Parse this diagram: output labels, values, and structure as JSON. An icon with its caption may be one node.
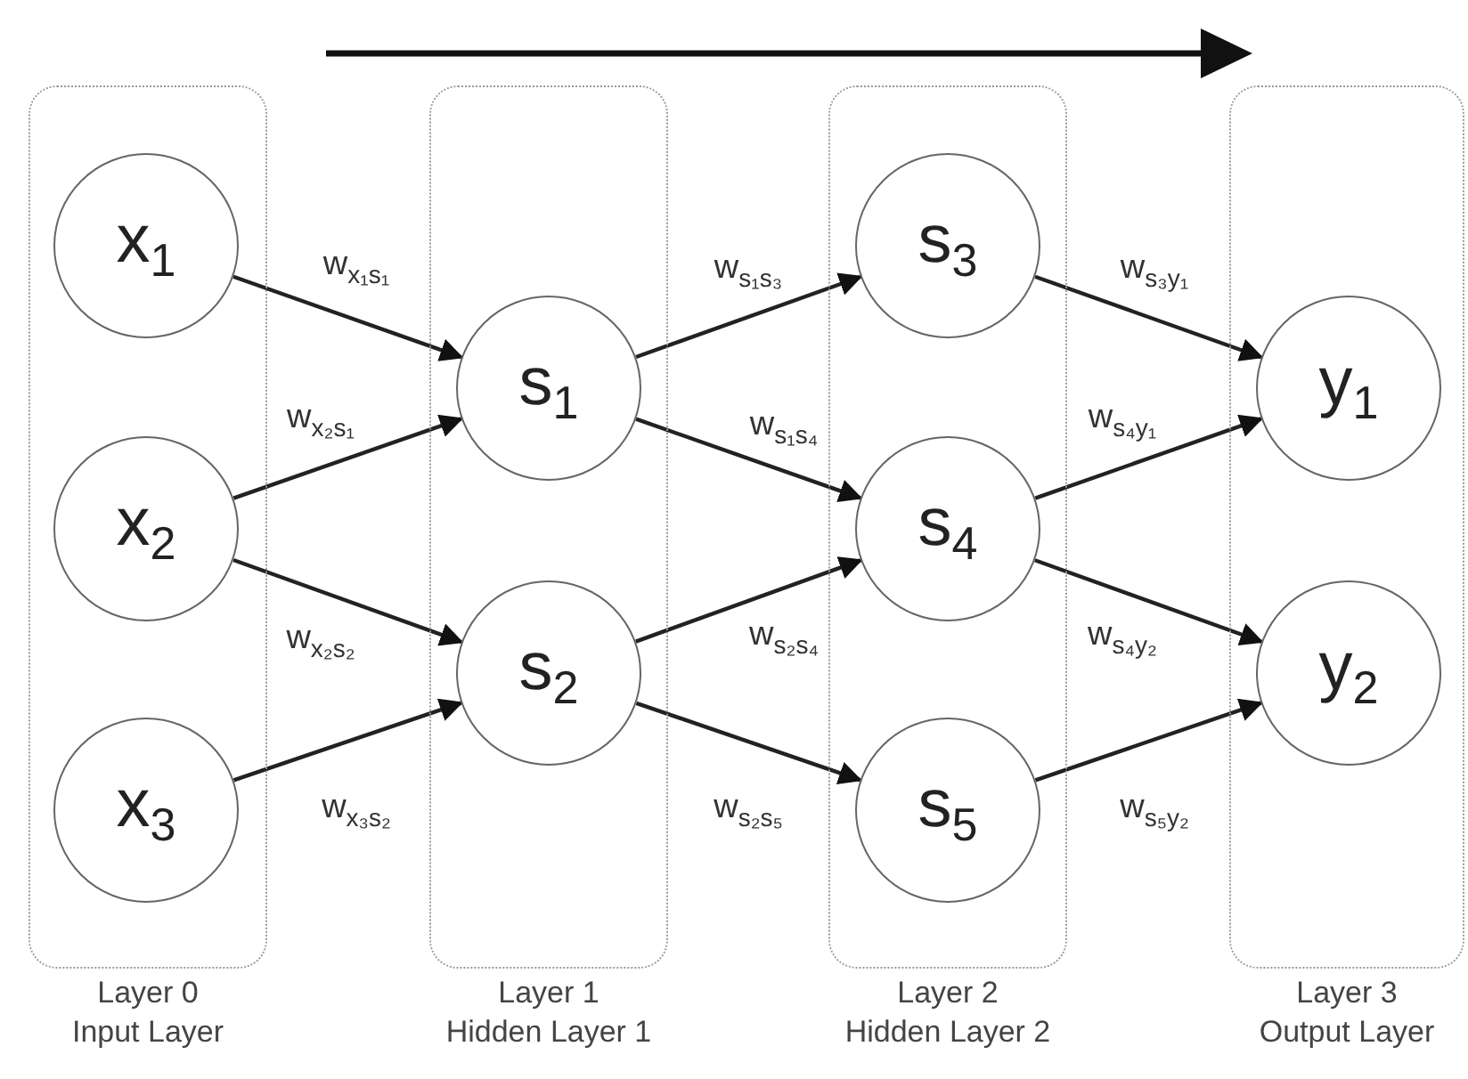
{
  "diagram": {
    "nodes": [
      {
        "text": [
          "Layer 0",
          "Input Layer"
        ]
      },
      {
        "text": [
          "x$_{1}$"
        ],
        "in": 0
      },
      {
        "text": [
          "x$_{2}$"
        ],
        "in": 0
      },
      {
        "text": [
          "x$_{3}$"
        ],
        "in": 0
      },
      {
        "text": [
          "Layer 1",
          "Hidden Layer 1"
        ]
      },
      {
        "text": [
          "s$_{1}$"
        ],
        "in": 4
      },
      {
        "text": [
          "s$_{2}$"
        ],
        "in": 4
      },
      {
        "text": [
          "Layer 2",
          "Hidden Layer 2"
        ]
      },
      {
        "text": [
          "s$_{3}$"
        ],
        "in": 7
      },
      {
        "text": [
          "s$_{4}$"
        ],
        "in": 7
      },
      {
        "text": [
          "s$_{5}$"
        ],
        "in": 7
      },
      {
        "text": [
          "Layer 3",
          "Output Layer"
        ]
      },
      {
        "text": [
          "y$_{1}$"
        ],
        "in": 11
      },
      {
        "text": [
          "y$_{2}$"
        ],
        "in": 11
      }
    ],
    "edges": [
      {
        "from": 1,
        "to": 5,
        "arrow": "to",
        "label": "w$_{x₁s₁}$"
      },
      {
        "from": 2,
        "to": 5,
        "arrow": "to",
        "label": "w$_{x₂s₁}$"
      },
      {
        "from": 2,
        "to": 6,
        "arrow": "to",
        "label": "w$_{x₂s₂}$"
      },
      {
        "from": 3,
        "to": 6,
        "arrow": "to",
        "label": "w$_{x₃s₂}$"
      },
      {
        "from": 5,
        "to": 8,
        "arrow": "to",
        "label": "w$_{s₁s₃}$"
      },
      {
        "from": 5,
        "to": 9,
        "arrow": "to",
        "label": "w$_{s₁s₄}$"
      },
      {
        "from": 6,
        "to": 9,
        "arrow": "to",
        "label": "w$_{s₂s₄}$"
      },
      {
        "from": 6,
        "to": 10,
        "arrow": "to",
        "label": "w$_{s₂s₅}$"
      },
      {
        "from": 8,
        "to": 12,
        "arrow": "to",
        "label": "w$_{s₃y₁}$"
      },
      {
        "from": 9,
        "to": 12,
        "arrow": "to",
        "label": "w$_{s₄y₁}$"
      },
      {
        "from": 9,
        "to": 13,
        "arrow": "to",
        "label": "w$_{s₄y₂}$"
      },
      {
        "from": 10,
        "to": 13,
        "arrow": "to",
        "label": "w$_{s₅y₂}$"
      }
    ]
  }
}
